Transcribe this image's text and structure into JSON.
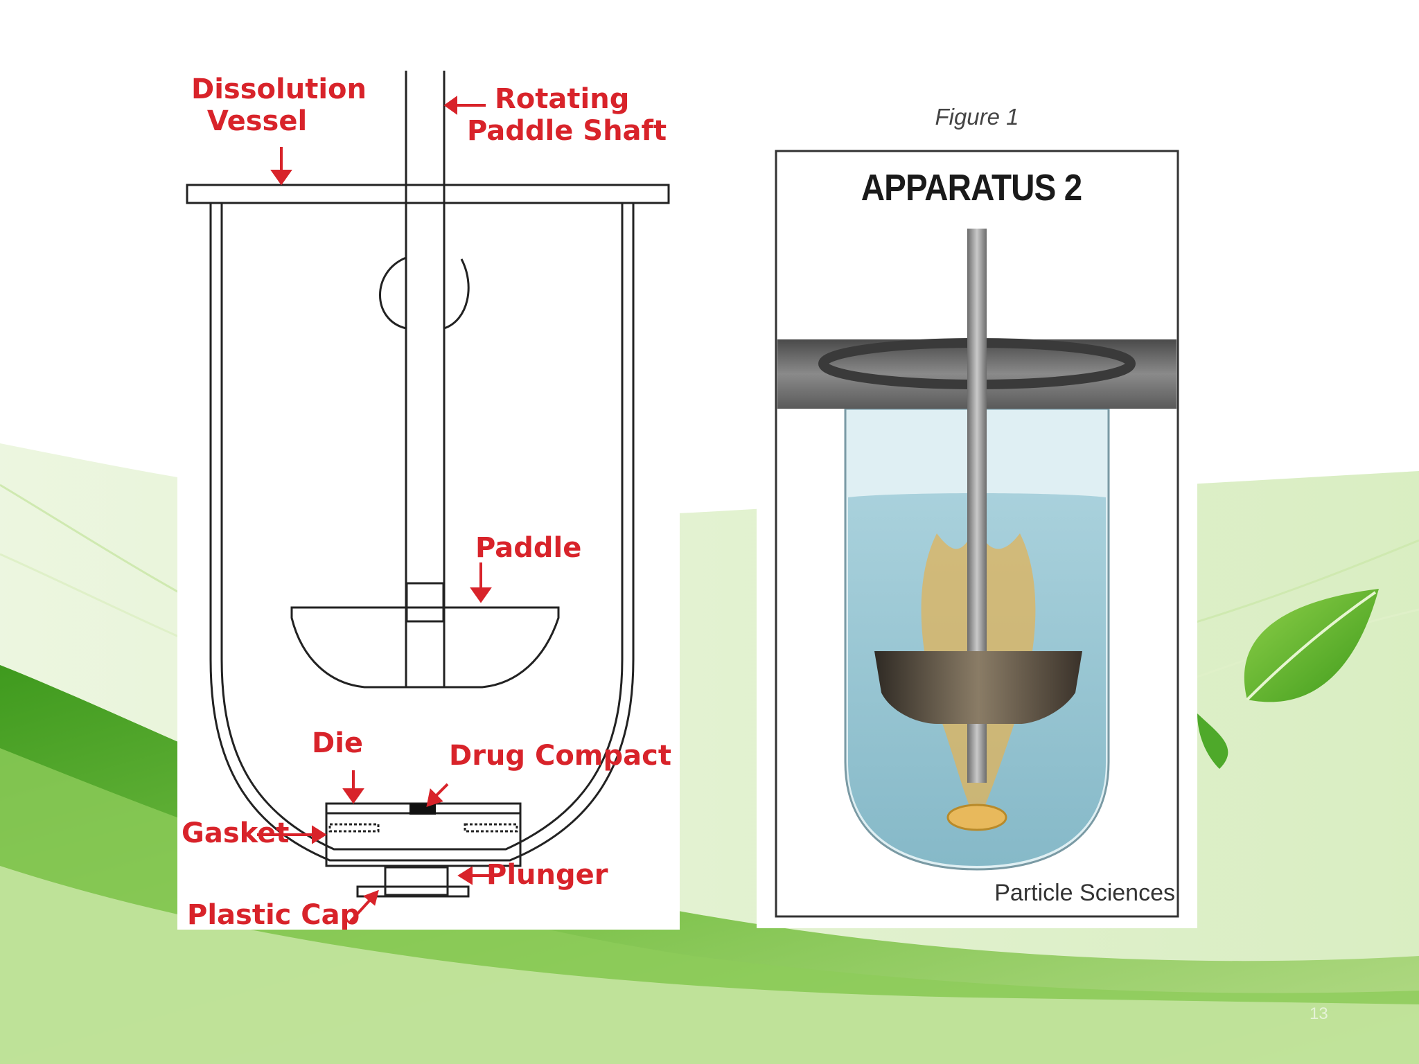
{
  "slide": {
    "page_number": "13"
  },
  "left_figure": {
    "labels": {
      "dissolution_vessel_line1": "Dissolution",
      "dissolution_vessel_line2": "Vessel",
      "rotating_shaft_line1": "Rotating",
      "rotating_shaft_line2": "Paddle Shaft",
      "paddle": "Paddle",
      "die": "Die",
      "drug_compact": "Drug Compact",
      "gasket": "Gasket",
      "plunger": "Plunger",
      "plastic_cap": "Plastic Cap"
    },
    "label_color": "#d8232a"
  },
  "right_figure": {
    "caption": "Figure 1",
    "title": "APPARATUS 2",
    "credit": "Particle Sciences"
  },
  "colors": {
    "accent_green": "#5fae2e",
    "light_green": "#b9dc8e",
    "water": "#9cc7d3"
  }
}
